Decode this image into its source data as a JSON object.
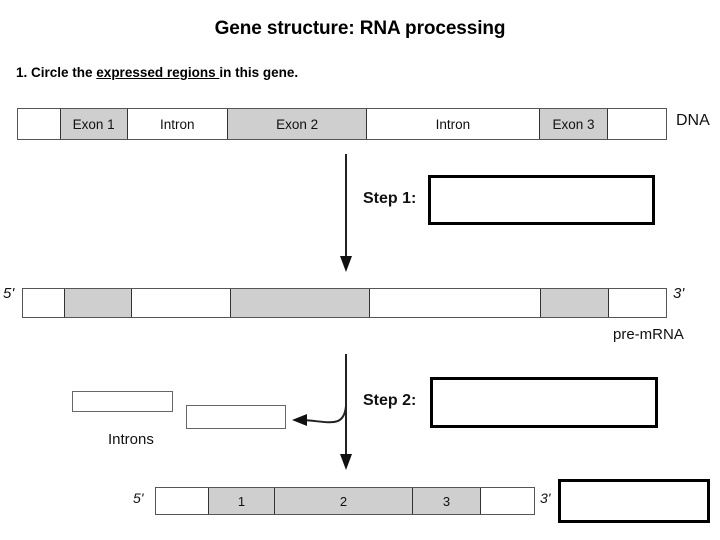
{
  "slide": {
    "title": "Gene structure: RNA processing",
    "question": {
      "prefix": "1. Circle the ",
      "emphasis": "expressed regions ",
      "suffix": "in this gene."
    }
  },
  "dna_bar": {
    "label": "DNA",
    "segments": [
      {
        "label": "",
        "shaded": false,
        "width_pct": 6.6
      },
      {
        "label": "Exon 1",
        "shaded": true,
        "width_pct": 10.3
      },
      {
        "label": "Intron",
        "shaded": false,
        "width_pct": 15.5
      },
      {
        "label": "Exon 2",
        "shaded": true,
        "width_pct": 21.5
      },
      {
        "label": "Intron",
        "shaded": false,
        "width_pct": 26.6
      },
      {
        "label": "Exon 3",
        "shaded": true,
        "width_pct": 10.6
      },
      {
        "label": "",
        "shaded": false,
        "width_pct": 8.9
      }
    ]
  },
  "premrna_bar": {
    "label": "pre-mRNA",
    "five_prime": "5'",
    "three_prime": "3'",
    "segments": [
      {
        "label": "",
        "shaded": false,
        "width_pct": 6.6
      },
      {
        "label": "",
        "shaded": true,
        "width_pct": 10.3
      },
      {
        "label": "",
        "shaded": false,
        "width_pct": 15.5
      },
      {
        "label": "",
        "shaded": true,
        "width_pct": 21.5
      },
      {
        "label": "",
        "shaded": false,
        "width_pct": 26.6
      },
      {
        "label": "",
        "shaded": true,
        "width_pct": 10.6
      },
      {
        "label": "",
        "shaded": false,
        "width_pct": 8.9
      }
    ]
  },
  "mrna_bar": {
    "five_prime": "5'",
    "three_prime": "3'",
    "segments": [
      {
        "label": "",
        "shaded": false,
        "width_pct": 14.0
      },
      {
        "label": "1",
        "shaded": true,
        "width_pct": 17.5
      },
      {
        "label": "2",
        "shaded": true,
        "width_pct": 36.5
      },
      {
        "label": "3",
        "shaded": true,
        "width_pct": 18.0
      },
      {
        "label": "",
        "shaded": false,
        "width_pct": 14.0
      }
    ]
  },
  "steps": {
    "step1_label": "Step 1:",
    "step1_answer": "",
    "step2_label": "Step 2:",
    "step2_answer": "",
    "mrna_answer": ""
  },
  "introns": {
    "label": "Introns",
    "box1_answer": "",
    "box2_answer": ""
  },
  "colors": {
    "shaded_fill": "#cfcfcf",
    "bar_stroke": "#555555",
    "answer_box_stroke": "#000000",
    "background": "#ffffff"
  }
}
